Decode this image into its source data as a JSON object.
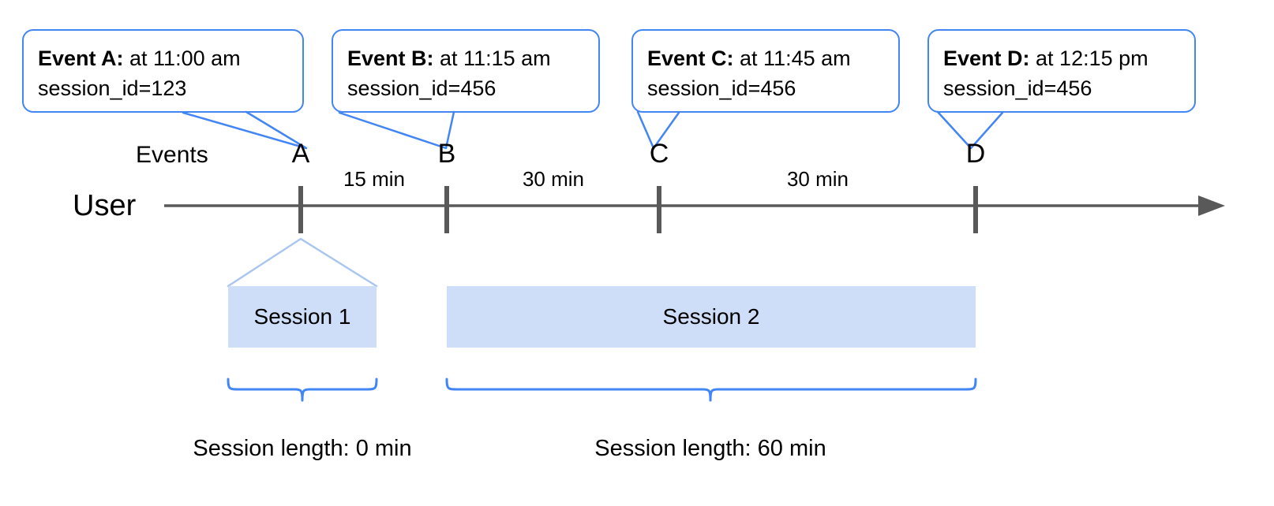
{
  "diagram": {
    "title_lane_labels": {
      "events_lane": "Events",
      "user_lane": "User"
    },
    "callouts": [
      {
        "lead": "Event A:",
        "rest": " at 11:00 am",
        "detail": "session_id=123",
        "tick": "A"
      },
      {
        "lead": "Event B:",
        "rest": " at 11:15 am",
        "detail": "session_id=456",
        "tick": "B"
      },
      {
        "lead": "Event C:",
        "rest": " at 11:45 am",
        "detail": "session_id=456",
        "tick": "C"
      },
      {
        "lead": "Event D:",
        "rest": " at 12:15 pm",
        "detail": "session_id=456",
        "tick": "D"
      }
    ],
    "tick_labels": [
      "A",
      "B",
      "C",
      "D"
    ],
    "interval_labels": [
      "15 min",
      "30 min",
      "30 min"
    ],
    "sessions": [
      {
        "label": "Session 1",
        "length_caption": "Session length: 0 min"
      },
      {
        "label": "Session 2",
        "length_caption": "Session length: 60 min"
      }
    ],
    "colors": {
      "callout_stroke": "#4285f4",
      "brace_stroke": "#4285f4",
      "session_fill": "#cfdef8",
      "session_leader": "#aac6f0",
      "axis": "#595959",
      "text": "#000000"
    }
  }
}
